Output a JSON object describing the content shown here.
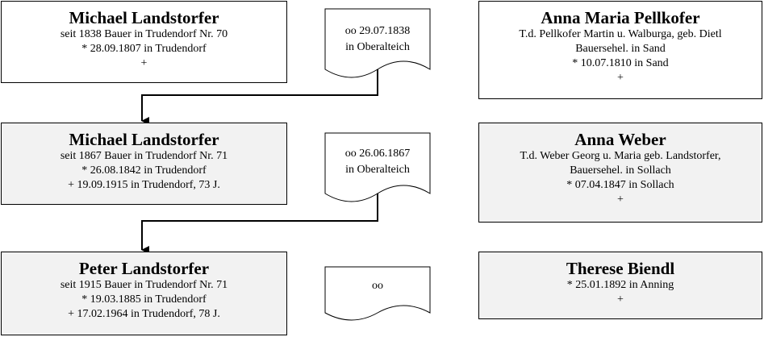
{
  "generations": [
    {
      "husband": {
        "name": "Michael Landstorfer",
        "lines": [
          "seit 1838 Bauer in Trudendorf Nr. 70",
          "* 28.09.1807 in Trudendorf",
          "+"
        ]
      },
      "marriage": {
        "lines": [
          "oo 29.07.1838",
          "in Oberalteich"
        ]
      },
      "wife": {
        "name": "Anna Maria Pellkofer",
        "lines": [
          "T.d. Pellkofer Martin u. Walburga, geb. Dietl",
          "Bauersehel. in Sand",
          "* 10.07.1810 in Sand",
          "+"
        ]
      }
    },
    {
      "husband": {
        "name": "Michael Landstorfer",
        "lines": [
          "seit 1867 Bauer in Trudendorf Nr. 71",
          "* 26.08.1842 in Trudendorf",
          "+ 19.09.1915 in Trudendorf, 73 J."
        ]
      },
      "marriage": {
        "lines": [
          "oo 26.06.1867",
          "in Oberalteich"
        ]
      },
      "wife": {
        "name": "Anna Weber",
        "lines": [
          "T.d. Weber Georg u. Maria geb. Landstorfer,",
          "Bauersehel. in Sollach",
          "* 07.04.1847 in Sollach",
          "+"
        ]
      }
    },
    {
      "husband": {
        "name": "Peter Landstorfer",
        "lines": [
          "seit 1915 Bauer in Trudendorf Nr. 71",
          "* 19.03.1885 in Trudendorf",
          "+ 17.02.1964 in Trudendorf, 78 J."
        ]
      },
      "marriage": {
        "lines": [
          "oo"
        ]
      },
      "wife": {
        "name": "Therese Biendl",
        "lines": [
          "* 25.01.1892 in Anning",
          "+"
        ]
      }
    }
  ]
}
